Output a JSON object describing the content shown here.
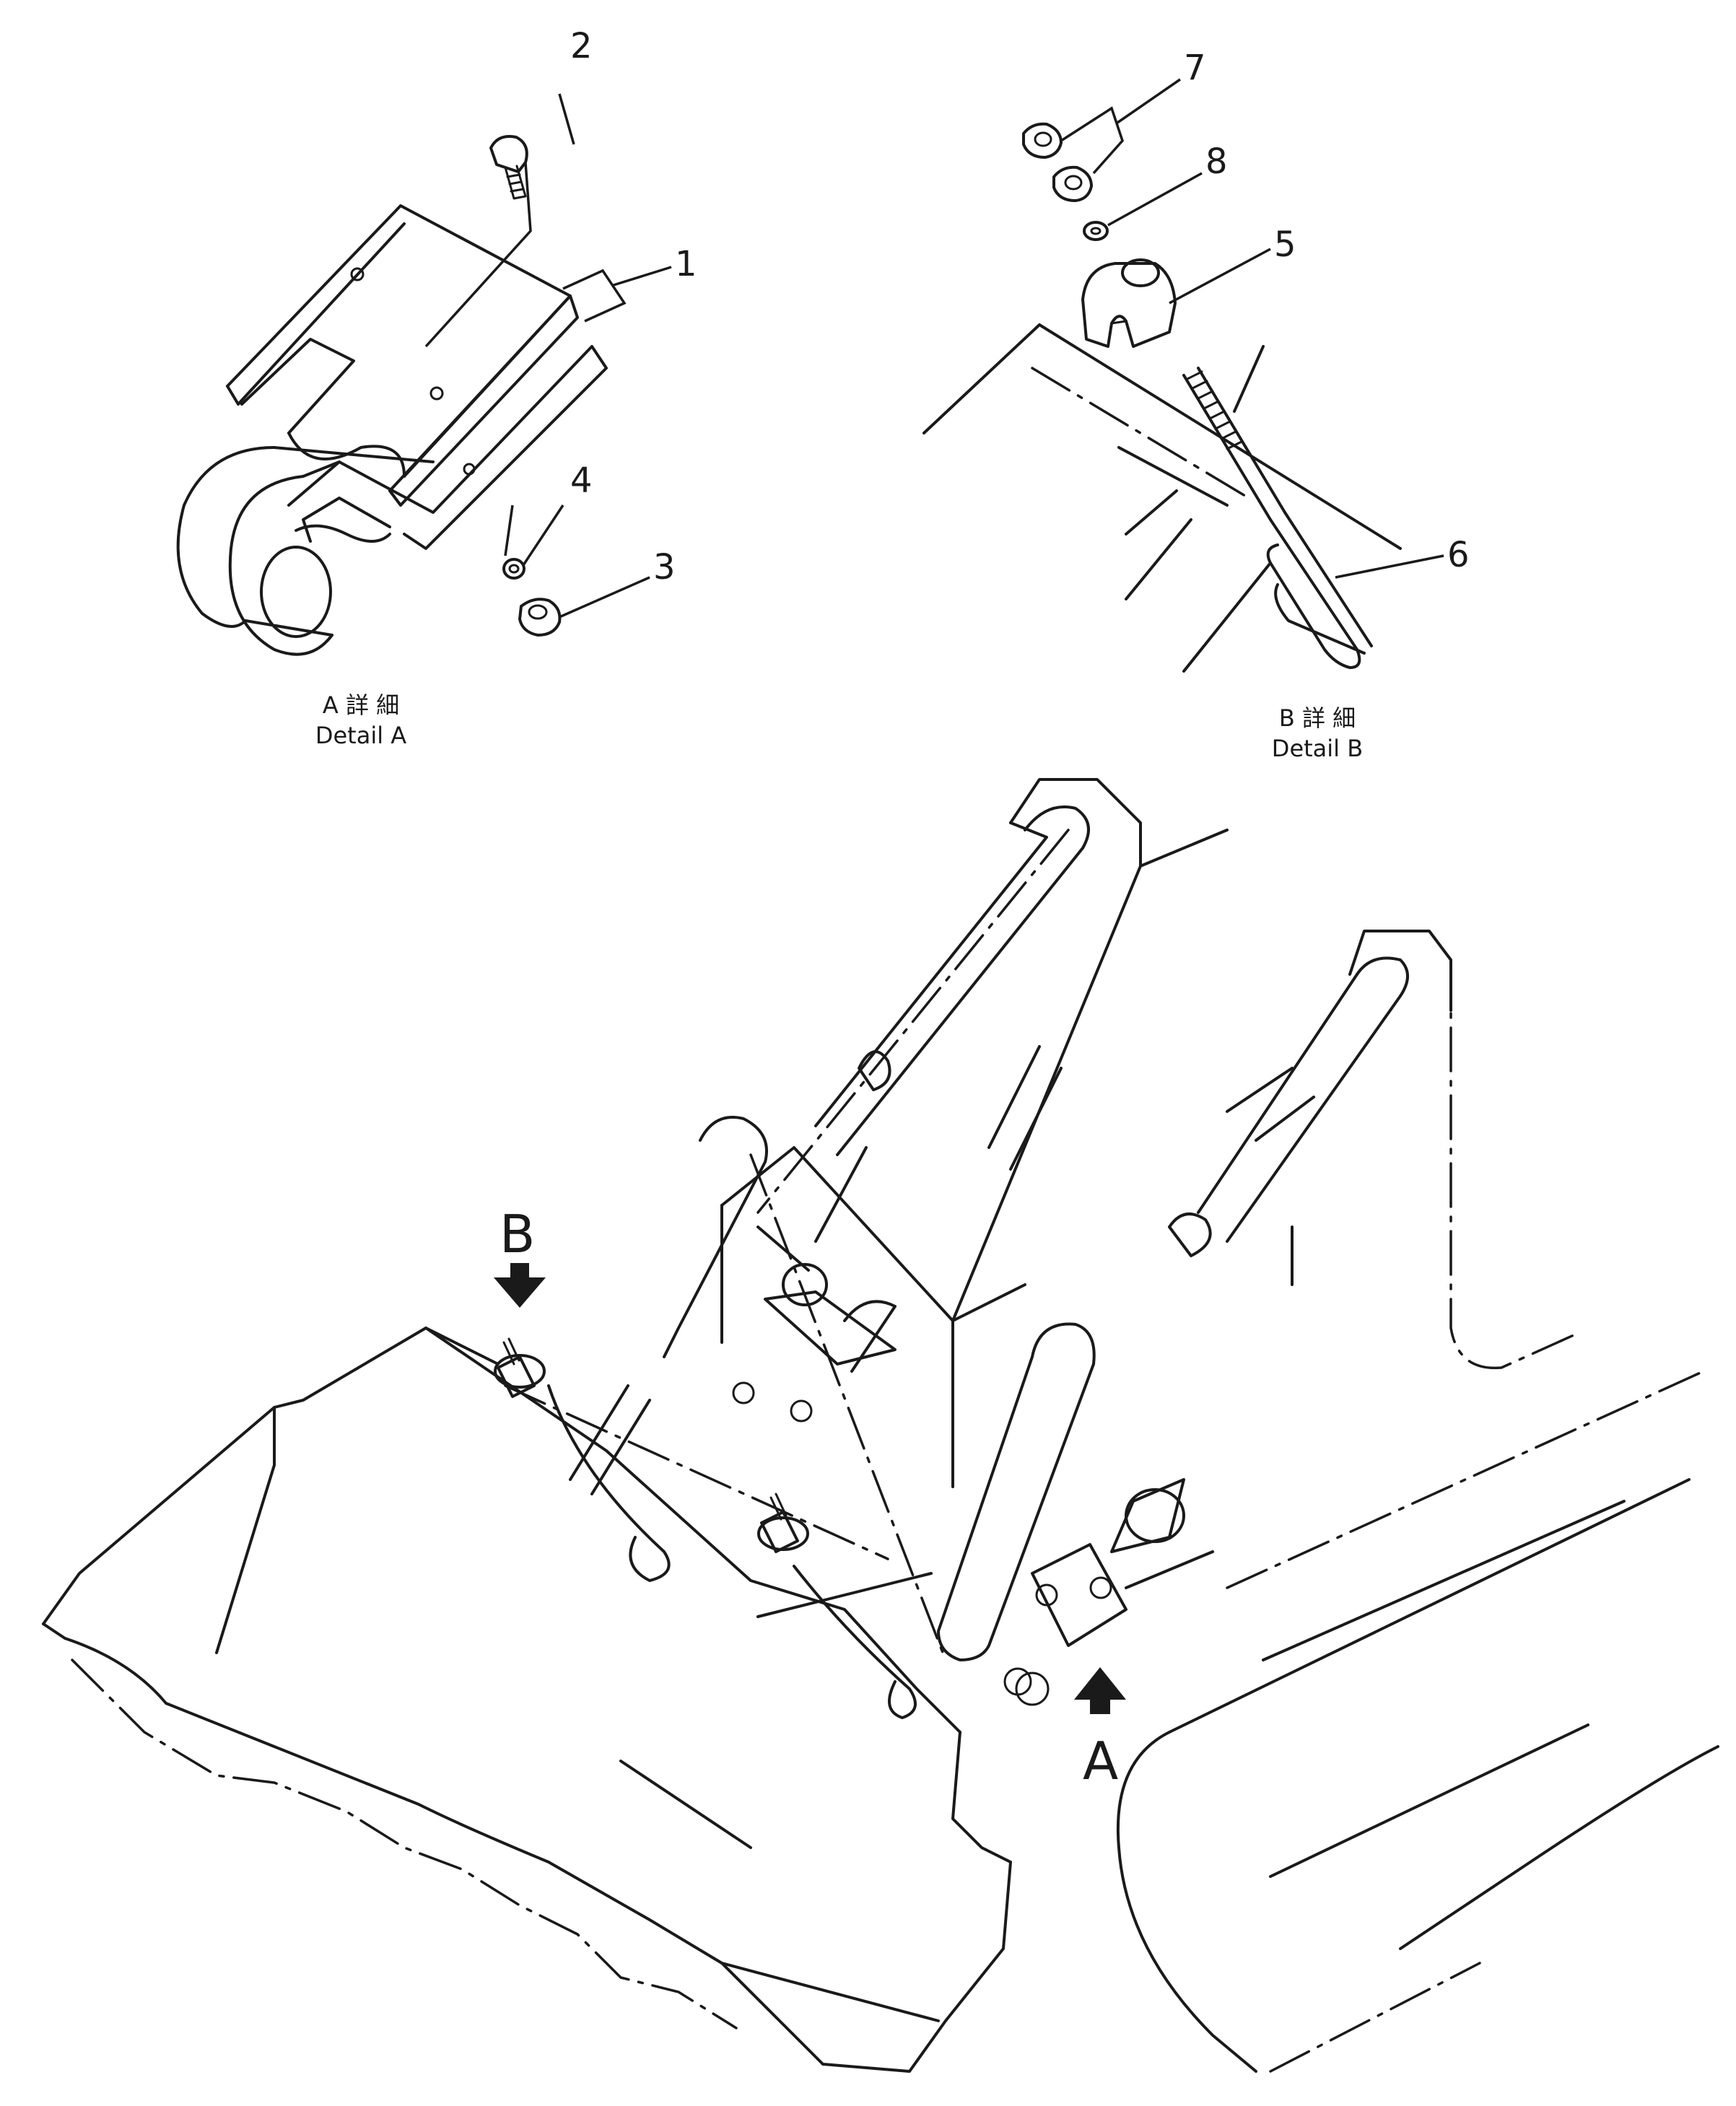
{
  "part_numbers": [
    "1",
    "2",
    "3",
    "4",
    "5",
    "6",
    "7",
    "8"
  ],
  "detail_a": {
    "caption_jp": "A 詳 細",
    "caption_en": "Detail A"
  },
  "detail_b": {
    "caption_jp": "B 詳 細",
    "caption_en": "Detail B"
  },
  "view_markers": {
    "a": "A",
    "b": "B"
  },
  "colors": {
    "line": "#1a1a1a",
    "background": "#ffffff"
  }
}
